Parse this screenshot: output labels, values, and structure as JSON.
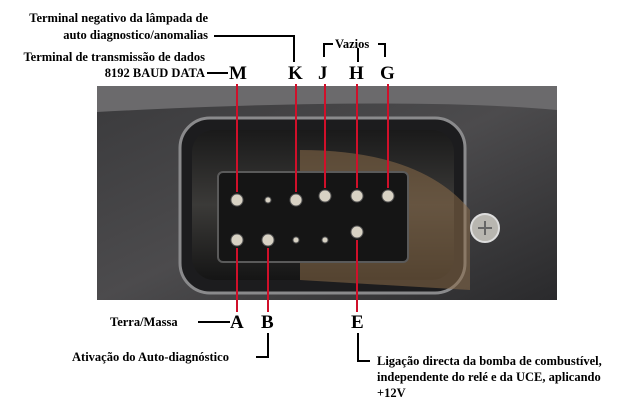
{
  "labels": {
    "k_desc_1": "Terminal negativo da lâmpada de",
    "k_desc_2": "auto diagnostico/anomalias",
    "m_desc_1": "Terminal de transmissão de dados",
    "m_desc_2": "8192 BAUD DATA",
    "vazios": "Vazios",
    "a_desc": "Terra/Massa",
    "b_desc": "Ativação do Auto-diagnóstico",
    "e_desc_1": "Ligação directa da bomba de combustível,",
    "e_desc_2": "independente do relé e da UCE, aplicando",
    "e_desc_3": "+12V"
  },
  "pins": {
    "M": "M",
    "K": "K",
    "J": "J",
    "H": "H",
    "G": "G",
    "A": "A",
    "B": "B",
    "E": "E"
  },
  "colors": {
    "pointer_line": "#d0102a",
    "leader_line": "#000000"
  }
}
